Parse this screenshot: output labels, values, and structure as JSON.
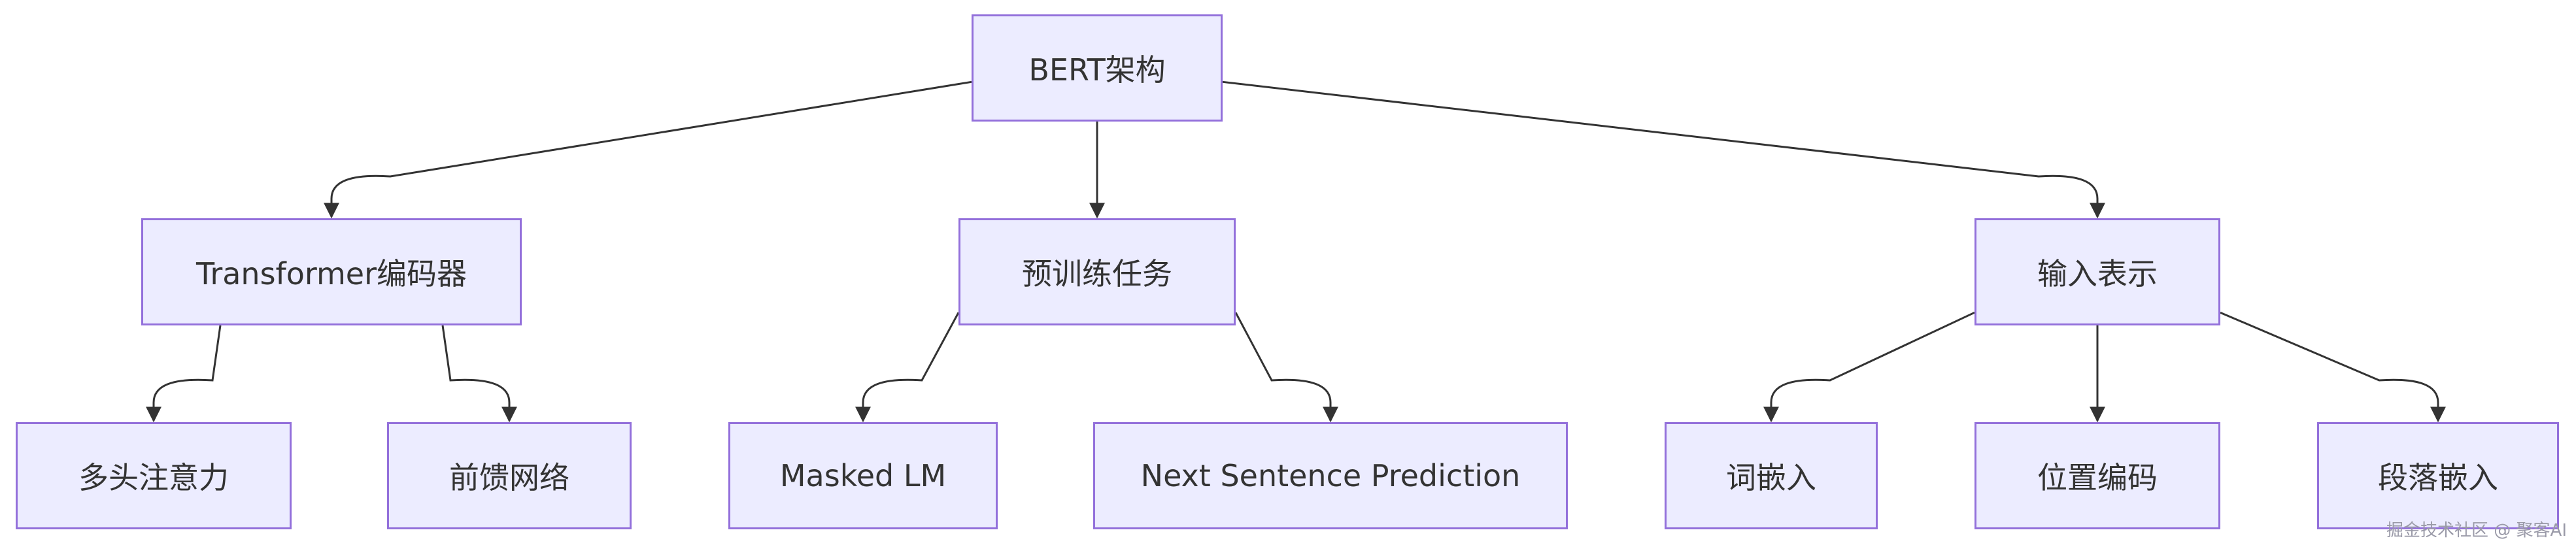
{
  "diagram": {
    "nodes": {
      "root": "BERT架构",
      "encoder": "Transformer编码器",
      "pretrain": "预训练任务",
      "input": "输入表示",
      "mha": "多头注意力",
      "ffn": "前馈网络",
      "mlm": "Masked LM",
      "nsp": "Next Sentence Prediction",
      "token_emb": "词嵌入",
      "pos_emb": "位置编码",
      "seg_emb": "段落嵌入"
    },
    "edges": [
      [
        "root",
        "encoder"
      ],
      [
        "root",
        "pretrain"
      ],
      [
        "root",
        "input"
      ],
      [
        "encoder",
        "mha"
      ],
      [
        "encoder",
        "ffn"
      ],
      [
        "pretrain",
        "mlm"
      ],
      [
        "pretrain",
        "nsp"
      ],
      [
        "input",
        "token_emb"
      ],
      [
        "input",
        "pos_emb"
      ],
      [
        "input",
        "seg_emb"
      ]
    ],
    "colors": {
      "fill": "#ececff",
      "stroke": "#9370db",
      "edge": "#333333",
      "text": "#333333"
    }
  },
  "watermark": "掘金技术社区 @ 聚客AI"
}
